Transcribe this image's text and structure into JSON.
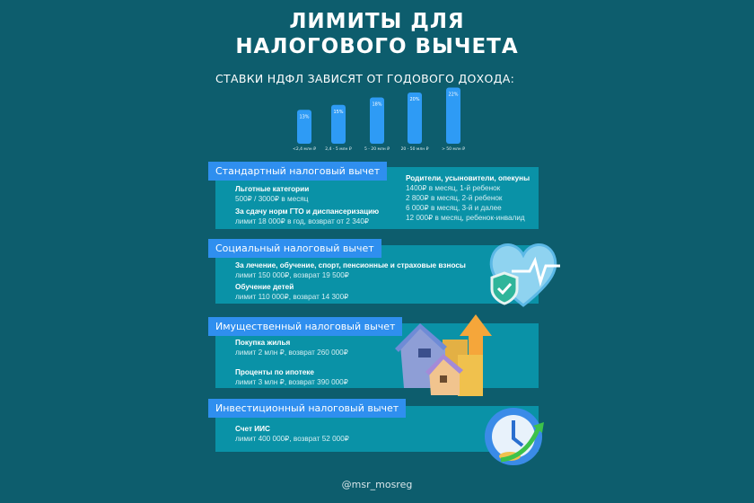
{
  "title": {
    "line1": "ЛИМИТЫ ДЛЯ",
    "line2": "НАЛОГОВОГО ВЫЧЕТА"
  },
  "subtitle": "СТАВКИ НДФЛ ЗАВИСЯТ ОТ ГОДОВОГО ДОХОДА:",
  "chart_data": {
    "type": "bar",
    "categories": [
      "<2,4 млн ₽",
      "2,4 - 5 млн ₽",
      "5 - 20 млн ₽",
      "20 - 50 млн ₽",
      "> 50 млн ₽"
    ],
    "values": [
      13,
      15,
      18,
      20,
      22
    ],
    "value_labels": [
      "13%",
      "15%",
      "18%",
      "20%",
      "22%"
    ],
    "color": "#2e9bf5"
  },
  "sections": [
    {
      "label": "Стандартный налоговый вычет",
      "items": [
        {
          "title": "Льготные категории",
          "text": "500₽ / 3000₽ в месяц"
        },
        {
          "title": "За сдачу норм ГТО и диспансеризацию",
          "text": "лимит 18 000₽ в год, возврат от 2 340₽"
        }
      ],
      "right": {
        "title": "Родители, усыновители, опекуны",
        "lines": [
          "1400₽ в месяц, 1-й ребенок",
          "2 800₽ в месяц, 2-й ребенок",
          "6 000₽ в месяц, 3-й и далее",
          "12 000₽ в месяц, ребенок-инвалид"
        ]
      }
    },
    {
      "label": "Социальный налоговый вычет",
      "items": [
        {
          "title": "За лечение, обучение, спорт, пенсионные и страховые взносы",
          "text": "лимит 150 000₽, возврат 19 500₽"
        },
        {
          "title": "Обучение детей",
          "text": "лимит 110 000₽, возврат 14 300₽"
        }
      ]
    },
    {
      "label": "Имущественный налоговый вычет",
      "items": [
        {
          "title": "Покупка жилья",
          "text": "лимит 2 млн ₽, возврат 260 000₽"
        },
        {
          "title": "Проценты по ипотеке",
          "text": "лимит 3 млн ₽, возврат 390 000₽"
        }
      ]
    },
    {
      "label": "Инвестиционный налоговый вычет",
      "items": [
        {
          "title": "Счет ИИС",
          "text": "лимит 400 000₽, возврат 52 000₽"
        }
      ]
    }
  ],
  "footer": "@msr_mosreg",
  "colors": {
    "background": "#0d5d6d",
    "panel": "#0a92a7",
    "label": "#2f8fef"
  }
}
